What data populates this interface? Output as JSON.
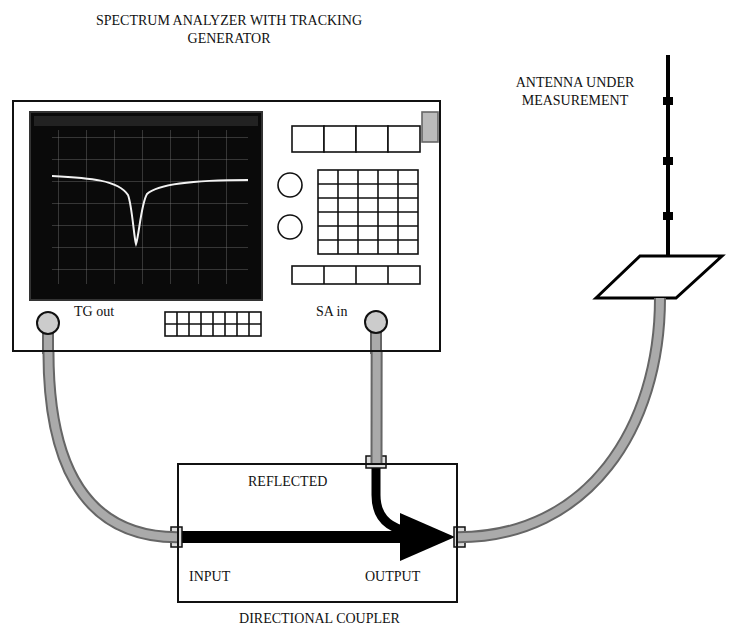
{
  "diagram": {
    "nodes": [
      {
        "text": [
          "SPECTRUM ANALYZER WITH TRACKING GENERATOR"
        ]
      },
      {
        "text": [
          "DIRECTIONAL COUPLER"
        ]
      },
      {
        "text": [
          "ANTENNA UNDER MEASUREMENT"
        ]
      }
    ],
    "edges": [
      {
        "from": 0,
        "to": 1,
        "arrow": "none"
      },
      {
        "from": 1,
        "to": 0,
        "arrow": "none"
      },
      {
        "from": 1,
        "to": 2,
        "arrow": "none"
      }
    ],
    "labels": [
      "TG out",
      "SA in",
      "REFLECTED",
      "INPUT",
      "OUTPUT"
    ]
  }
}
